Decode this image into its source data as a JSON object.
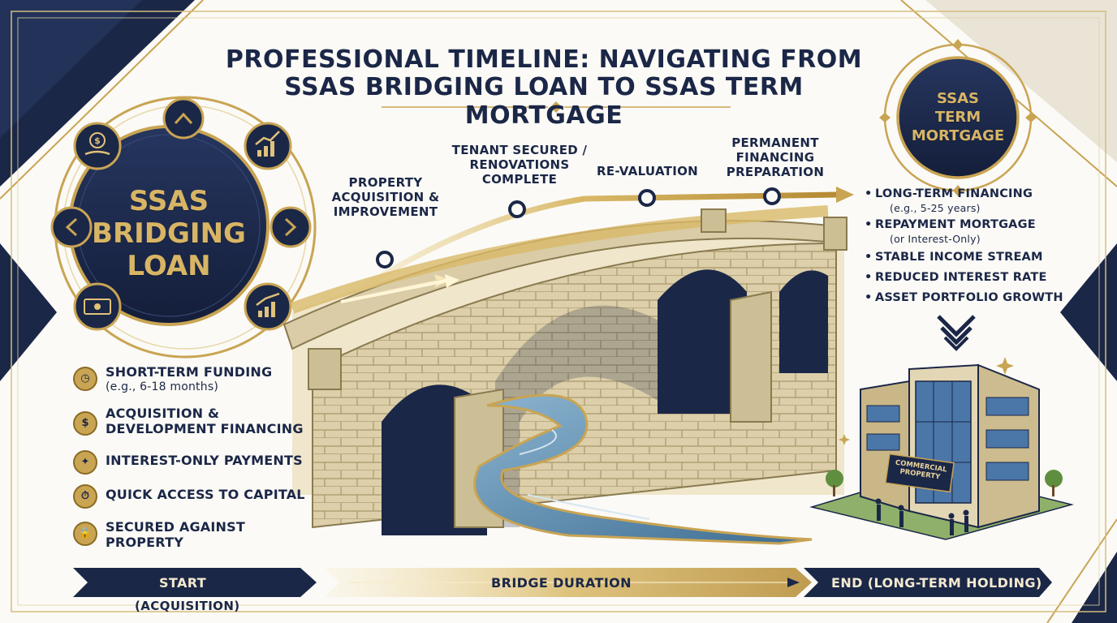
{
  "title": {
    "line1": "PROFESSIONAL TIMELINE: NAVIGATING FROM",
    "line2": "SSAS BRIDGING LOAN TO SSAS TERM MORTGAGE"
  },
  "left_circle": {
    "line1": "SSAS",
    "line2": "BRIDGING",
    "line3": "LOAN",
    "icons": [
      "coin-hand-icon",
      "growth-chart-icon",
      "cash-icon",
      "rising-chart-icon",
      "chevron-up-icon",
      "chevron-left-icon",
      "chevron-right-icon"
    ]
  },
  "right_circle": {
    "line1": "SSAS",
    "line2": "TERM",
    "line3": "MORTGAGE"
  },
  "milestones": [
    {
      "line1": "PROPERTY",
      "line2": "ACQUISITION &",
      "line3": "IMPROVEMENT"
    },
    {
      "line1": "TENANT SECURED /",
      "line2": "RENOVATIONS",
      "line3": "COMPLETE"
    },
    {
      "line1": "RE-VALUATION",
      "line2": "",
      "line3": ""
    },
    {
      "line1": "PERMANENT",
      "line2": "FINANCING",
      "line3": "PREPARATION"
    }
  ],
  "left_features": [
    {
      "icon": "clock-icon",
      "line1": "SHORT-TERM FUNDING",
      "line2": "",
      "sub": "(e.g., 6-18 months)"
    },
    {
      "icon": "money-hand-icon",
      "line1": "ACQUISITION &",
      "line2": "DEVELOPMENT FINANCING",
      "sub": ""
    },
    {
      "icon": "handshake-icon",
      "line1": "INTEREST-ONLY PAYMENTS",
      "line2": "",
      "sub": ""
    },
    {
      "icon": "stopwatch-icon",
      "line1": "QUICK ACCESS TO CAPITAL",
      "line2": "",
      "sub": ""
    },
    {
      "icon": "lock-icon",
      "line1": "SECURED AGAINST",
      "line2": "PROPERTY",
      "sub": ""
    }
  ],
  "right_features": [
    {
      "text": "LONG-TERM FINANCING",
      "sub": "(e.g., 5-25 years)"
    },
    {
      "text": "REPAYMENT MORTGAGE",
      "sub": "(or Interest-Only)"
    },
    {
      "text": "STABLE INCOME STREAM",
      "sub": ""
    },
    {
      "text": "REDUCED INTEREST RATE",
      "sub": ""
    },
    {
      "text": "ASSET PORTFOLIO GROWTH",
      "sub": ""
    }
  ],
  "building": {
    "sign_line1": "COMMERCIAL",
    "sign_line2": "PROPERTY"
  },
  "bottom_bar": {
    "start": "START",
    "start_sub": "(ACQUISITION)",
    "duration": "BRIDGE DURATION",
    "end": "END (LONG-TERM HOLDING)"
  },
  "colors": {
    "navy": "#1b2747",
    "gold": "#c9a453",
    "stone": "#d9cca7",
    "river": "#5d8fb0",
    "background": "#fbfaf6"
  }
}
